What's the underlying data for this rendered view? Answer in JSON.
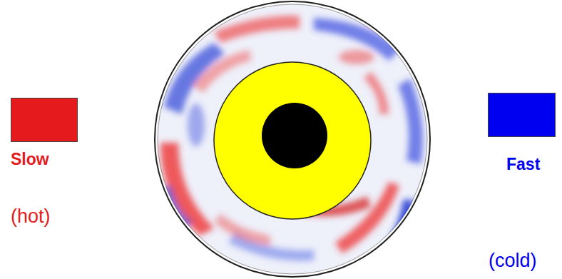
{
  "diagram": {
    "labels": [
      "(hot)",
      "(cold)"
    ],
    "legend": [
      {
        "text": "Slow",
        "color": "#e41a1c"
      },
      {
        "text": "Fast",
        "color": "#0000f0"
      }
    ]
  }
}
